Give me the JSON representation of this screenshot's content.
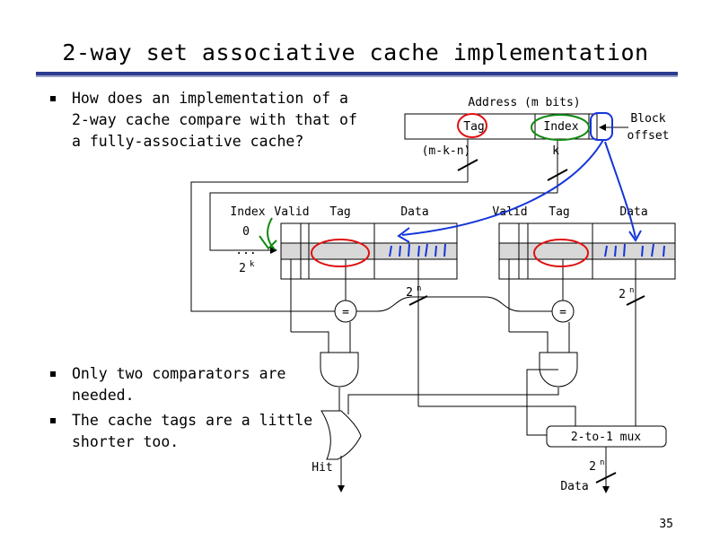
{
  "slide": {
    "title": "2-way set associative cache implementation",
    "page_number": "35"
  },
  "bullets": [
    {
      "lines": [
        "How does an implementation of a",
        "2-way cache compare with that of",
        "a fully-associative cache?"
      ]
    },
    {
      "lines": [
        "Only two comparators are",
        "needed."
      ]
    },
    {
      "lines": [
        "The cache tags are a little",
        "shorter too."
      ]
    }
  ],
  "diagram": {
    "address_label": "Address (m bits)",
    "tag_label": "Tag",
    "index_label": "Index",
    "block_offset_label": [
      "Block",
      "offset"
    ],
    "width_mkn": "(m-k-n)",
    "width_k": "k",
    "col_index": "Index",
    "col_valid_1": "Valid",
    "col_tag_1": "Tag",
    "col_data_1": "Data",
    "col_valid_2": "Valid",
    "col_tag_2": "Tag",
    "col_data_2": "Data",
    "row_first": "0",
    "row_dots": "...",
    "row_last_base": "2",
    "row_last_exp": "k",
    "width_base": "2",
    "width_exp": "n",
    "comparator_symbol": "=",
    "mux_label": "2-to-1 mux",
    "hit_label": "Hit",
    "data_out_label": "Data"
  },
  "colors": {
    "title_rule": "#2c3b8f",
    "annotation_red": "#e01010",
    "annotation_green": "#118a11",
    "annotation_blue": "#1536d8",
    "selected_row": "#d8d8d8"
  }
}
